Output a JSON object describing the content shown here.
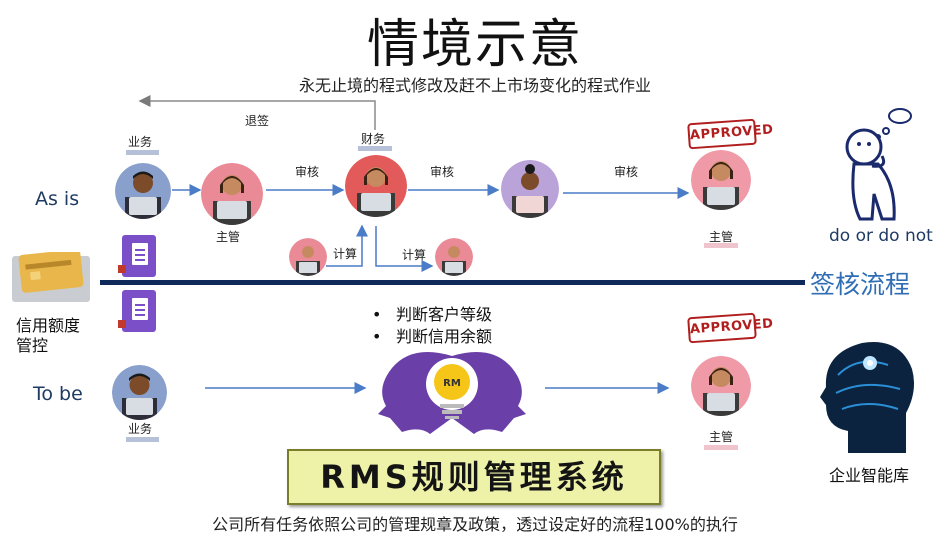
{
  "title": "情境示意",
  "subtitle": "永无止境的程式修改及赶不上市场变化的程式作业",
  "labels": {
    "as_is": "As is",
    "to_be": "To be",
    "credit_control_line1": "信用额度",
    "credit_control_line2": "管控",
    "approval_flow": "签核流程",
    "do_or_do_not": "do or do not",
    "knowledge_base": "企业智能库"
  },
  "roles": {
    "sales_top": "业务",
    "manager_top": "主管",
    "finance": "财务",
    "manager_approved_top": "主管",
    "sales_bottom": "业务",
    "manager_bottom": "主管"
  },
  "edges": {
    "return_sign": "退签",
    "review_1": "审核",
    "review_2": "审核",
    "review_3": "审核",
    "calc_left": "计算",
    "calc_right": "计算"
  },
  "stamps": {
    "approved_top": "APPROVED",
    "approved_bottom": "APPROVED"
  },
  "rms_center": {
    "bullets": [
      "判断客户等级",
      "判断信用余额"
    ],
    "bulb_text": "RM"
  },
  "rms_banner": "RMS规则管理系统",
  "bottom_note": "公司所有任务依照公司的管理规章及政策，透过设定好的流程100%的执行",
  "icons": [
    "business-man-icon",
    "business-woman-icon",
    "form-icon",
    "credit-card-icon",
    "thinking-figure-icon",
    "brain-head-icon",
    "rms-bulb-icon"
  ],
  "colors": {
    "divider": "#0f2a5a",
    "arrow": "#4a7cc7",
    "approved": "#b01e1e",
    "rms_box": "#eef1a8",
    "form": "#7a4fc7",
    "blue_label": "#2f6db5"
  }
}
